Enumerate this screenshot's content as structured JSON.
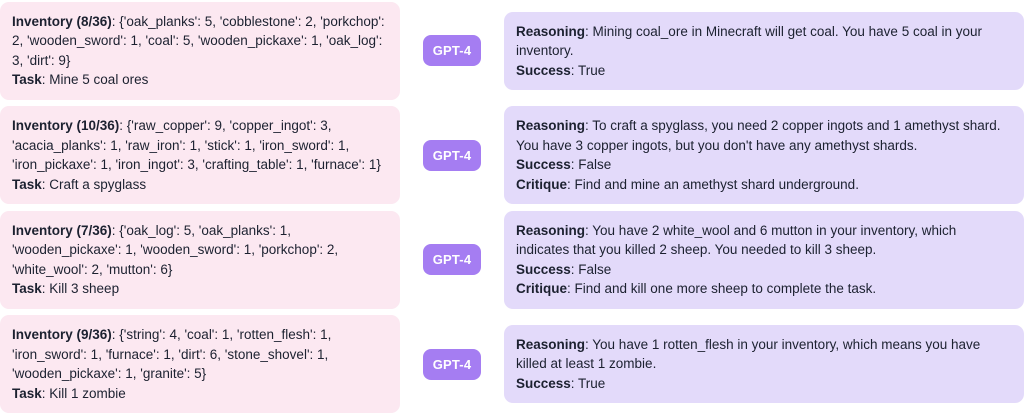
{
  "colors": {
    "inv_bg": "#fce8f1",
    "ver_bg": "#e3dafa",
    "badge_bg": "#a57df2",
    "badge_fg": "#ffffff",
    "text": "#1c2130"
  },
  "rows": [
    {
      "model": "GPT-4",
      "inventory_label": "Inventory (8/36)",
      "inventory_rest": ": {'oak_planks': 5, 'cobblestone': 2, 'porkchop': 2, 'wooden_sword': 1, 'coal': 5, 'wooden_pickaxe': 1, 'oak_log': 3, 'dirt': 9}",
      "task_label": "Task",
      "task_rest": ": Mine 5 coal ores",
      "reasoning_label": "Reasoning",
      "reasoning_rest": ": Mining coal_ore in Minecraft will get coal. You have 5 coal in your inventory.",
      "success_label": "Success",
      "success_rest": ": True"
    },
    {
      "model": "GPT-4",
      "inventory_label": "Inventory (10/36)",
      "inventory_rest": ": {'raw_copper': 9, 'copper_ingot': 3, 'acacia_planks': 1, 'raw_iron': 1, 'stick': 1, 'iron_sword': 1, 'iron_pickaxe': 1, 'iron_ingot': 3, 'crafting_table': 1, 'furnace': 1}",
      "task_label": "Task",
      "task_rest": ": Craft a spyglass",
      "reasoning_label": "Reasoning",
      "reasoning_rest": ": To craft a spyglass, you need 2 copper ingots and 1 amethyst shard. You have 3 copper ingots, but you don't have any amethyst shards.",
      "success_label": "Success",
      "success_rest": ": False",
      "critique_label": "Critique",
      "critique_rest": ": Find and mine an amethyst shard underground."
    },
    {
      "model": "GPT-4",
      "inventory_label": "Inventory (7/36)",
      "inventory_rest": ": {'oak_log': 5, 'oak_planks': 1, 'wooden_pickaxe': 1, 'wooden_sword': 1, 'porkchop': 2, 'white_wool': 2, 'mutton': 6}",
      "task_label": "Task",
      "task_rest": ": Kill 3 sheep",
      "reasoning_label": "Reasoning",
      "reasoning_rest": ": You have 2 white_wool and 6 mutton in your inventory, which indicates that you killed 2 sheep. You needed to kill 3 sheep.",
      "success_label": "Success",
      "success_rest": ": False",
      "critique_label": "Critique",
      "critique_rest": ": Find and kill one more sheep to complete the task."
    },
    {
      "model": "GPT-4",
      "inventory_label": "Inventory (9/36)",
      "inventory_rest": ": {'string': 4, 'coal': 1, 'rotten_flesh': 1, 'iron_sword': 1, 'furnace': 1, 'dirt': 6, 'stone_shovel': 1, 'wooden_pickaxe': 1, 'granite': 5}",
      "task_label": "Task",
      "task_rest": ": Kill 1 zombie",
      "reasoning_label": "Reasoning",
      "reasoning_rest": ": You have 1 rotten_flesh in your inventory, which means you have killed at least 1 zombie.",
      "success_label": "Success",
      "success_rest": ": True"
    }
  ]
}
